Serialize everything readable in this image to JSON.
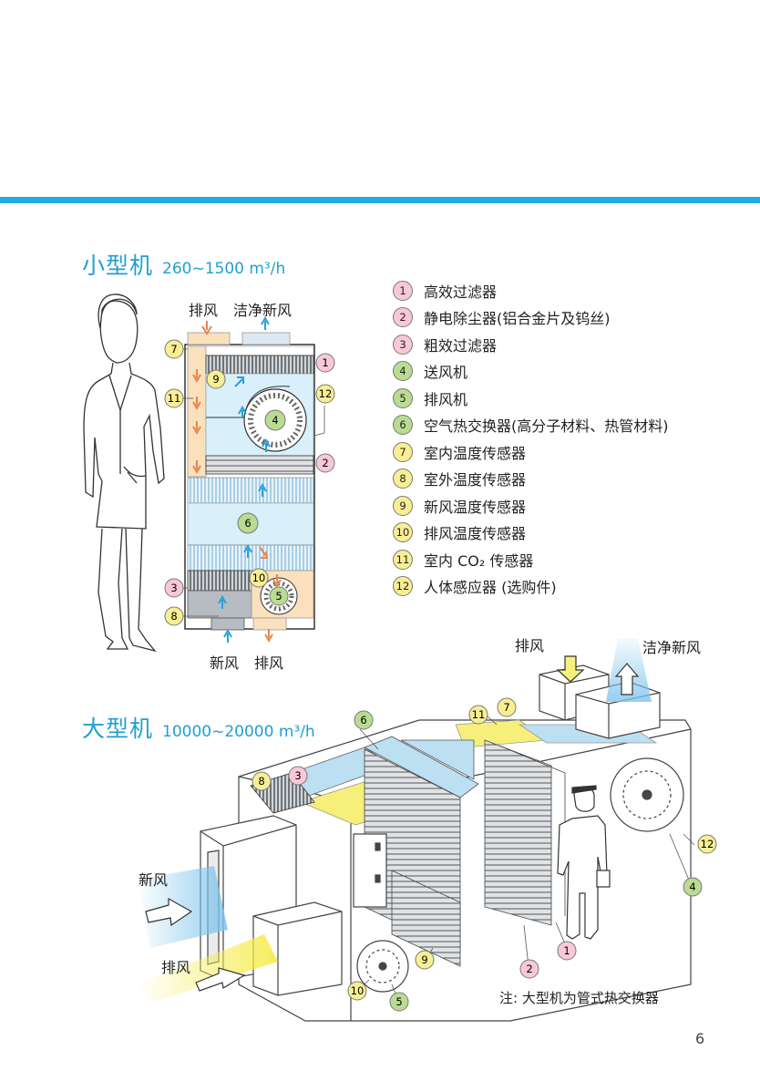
{
  "header_rule_color": "#1eaee2",
  "small": {
    "title": "小型机",
    "flow": "260~1500 m³/h",
    "labels": {
      "exhaust_top": "排风",
      "fresh_top": "洁净新风",
      "fresh_bottom": "新风",
      "exhaust_bottom": "排风"
    },
    "callouts": [
      "1",
      "2",
      "3",
      "4",
      "5",
      "6",
      "7",
      "8",
      "9",
      "10",
      "11",
      "12"
    ]
  },
  "legend": [
    {
      "num": "1",
      "text": "高效过滤器",
      "color": "pink"
    },
    {
      "num": "2",
      "text": "静电除尘器(铝合金片及钨丝)",
      "color": "pink"
    },
    {
      "num": "3",
      "text": "粗效过滤器",
      "color": "pink"
    },
    {
      "num": "4",
      "text": "送风机",
      "color": "green"
    },
    {
      "num": "5",
      "text": "排风机",
      "color": "green"
    },
    {
      "num": "6",
      "text": "空气热交换器(高分子材料、热管材料)",
      "color": "green"
    },
    {
      "num": "7",
      "text": "室内温度传感器",
      "color": "yellow"
    },
    {
      "num": "8",
      "text": "室外温度传感器",
      "color": "yellow"
    },
    {
      "num": "9",
      "text": "新风温度传感器",
      "color": "yellow"
    },
    {
      "num": "10",
      "text": "排风温度传感器",
      "color": "yellow"
    },
    {
      "num": "11",
      "text": "室内 CO₂ 传感器",
      "color": "yellow"
    },
    {
      "num": "12",
      "text": "人体感应器 (选购件)",
      "color": "yellow"
    }
  ],
  "large": {
    "title": "大型机",
    "flow": "10000~20000 m³/h",
    "labels": {
      "exhaust_top": "排风",
      "fresh_top": "洁净新风",
      "fresh_left": "新风",
      "exhaust_left": "排风"
    },
    "note": "注: 大型机为管式热交换器"
  },
  "page_number": "6"
}
